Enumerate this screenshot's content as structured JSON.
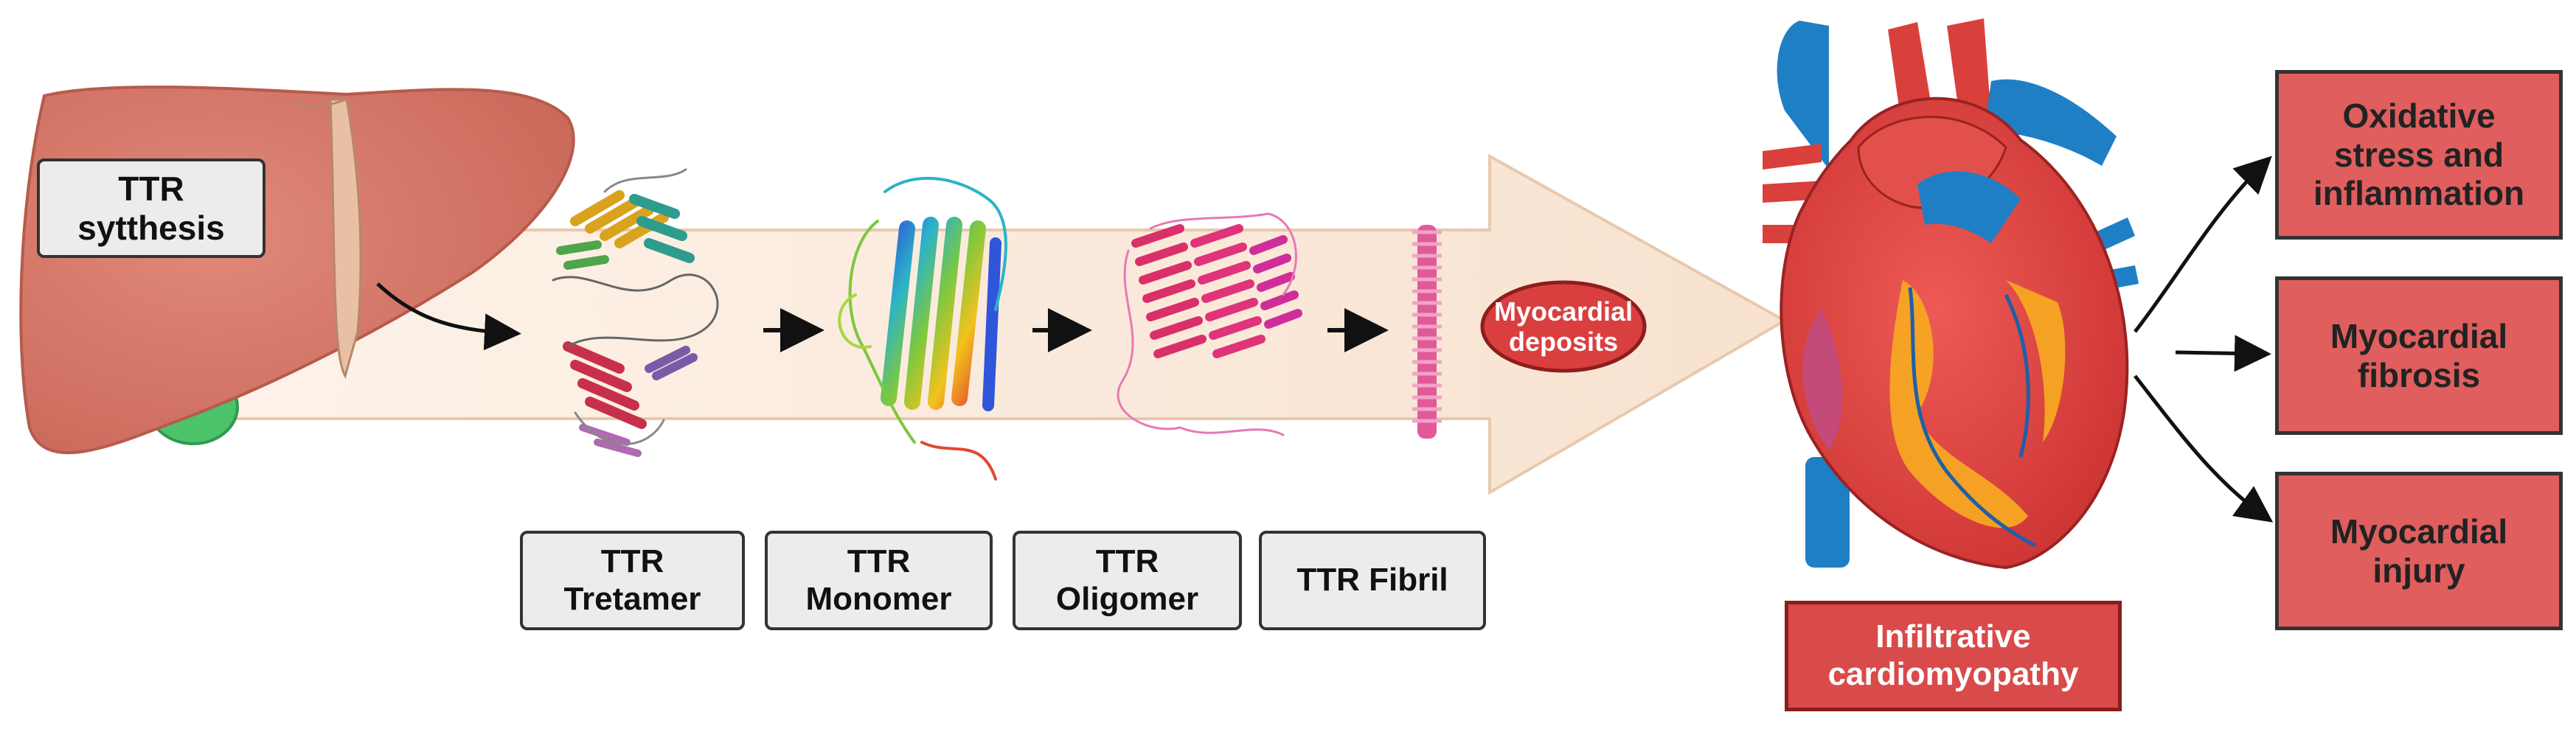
{
  "synthesis_label": [
    "TTR",
    "sytthesis"
  ],
  "stages": [
    {
      "line1": "TTR",
      "line2": "Tretamer"
    },
    {
      "line1": "TTR",
      "line2": "Monomer"
    },
    {
      "line1": "TTR",
      "line2": "Oligomer"
    },
    {
      "line1": "TTR Fibril",
      "line2": ""
    }
  ],
  "deposits_label": [
    "Myocardial",
    "deposits"
  ],
  "cardiomyopathy_label": [
    "Infiltrative",
    "cardiomyopathy"
  ],
  "outcomes": [
    [
      "Oxidative",
      "stress and",
      "inflammation"
    ],
    [
      "Myocardial",
      "fibrosis"
    ],
    [
      "Myocardial",
      "injury"
    ]
  ],
  "colors": {
    "liver": "#d9786a",
    "arrow_band": "#fbeee2",
    "outcome_fill": "#e05e5e",
    "heart_red": "#d9403c",
    "vessel_blue": "#1f7fc4",
    "fat_yellow": "#f6a623"
  }
}
